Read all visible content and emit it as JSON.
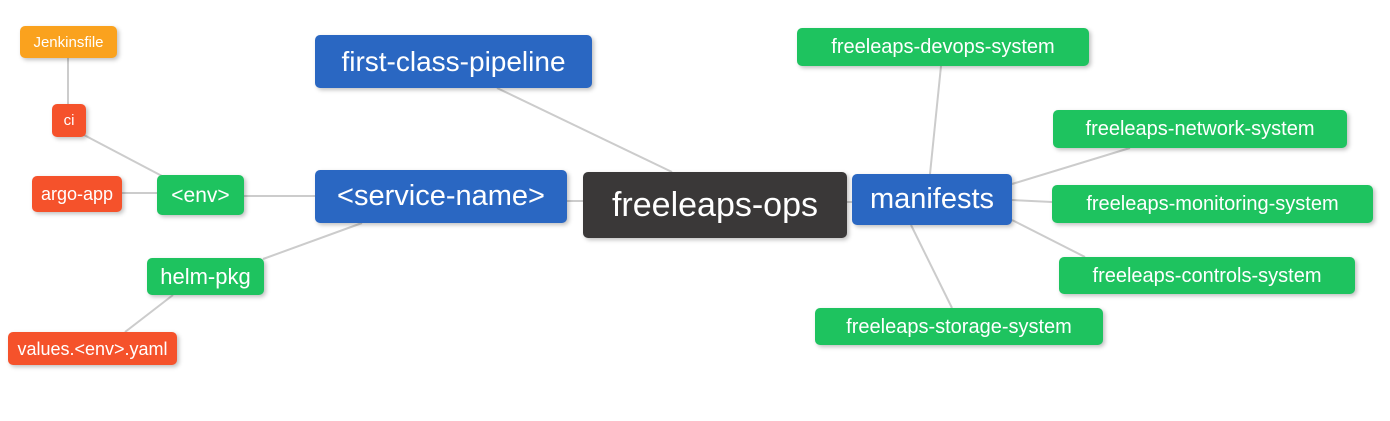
{
  "diagram": {
    "type": "mindmap",
    "root": "freeleaps-ops",
    "colors": {
      "root_node": "#3a3838",
      "branch_node": "#2a67c2",
      "green_node": "#1ec35f",
      "red_node": "#f5522b",
      "orange_node": "#faa21e",
      "edge": "#cccccc",
      "node_text": "#ffffff",
      "background": "#ffffff"
    },
    "nodes": {
      "freeleaps_ops": {
        "label": "freeleaps-ops",
        "color": "#3a3838"
      },
      "first_class_pipeline": {
        "label": "first-class-pipeline",
        "color": "#2a67c2"
      },
      "service_name": {
        "label": "<service-name>",
        "color": "#2a67c2"
      },
      "manifests": {
        "label": "manifests",
        "color": "#2a67c2"
      },
      "env": {
        "label": "<env>",
        "color": "#1ec35f"
      },
      "helm_pkg": {
        "label": "helm-pkg",
        "color": "#1ec35f"
      },
      "ci": {
        "label": "ci",
        "color": "#f5522b"
      },
      "argo_app": {
        "label": "argo-app",
        "color": "#f5522b"
      },
      "jenkinsfile": {
        "label": "Jenkinsfile",
        "color": "#faa21e"
      },
      "values_env_yaml": {
        "label": "values.<env>.yaml",
        "color": "#f5522b"
      },
      "devops_system": {
        "label": "freeleaps-devops-system",
        "color": "#1ec35f"
      },
      "network_system": {
        "label": "freeleaps-network-system",
        "color": "#1ec35f"
      },
      "monitoring_system": {
        "label": "freeleaps-monitoring-system",
        "color": "#1ec35f"
      },
      "controls_system": {
        "label": "freeleaps-controls-system",
        "color": "#1ec35f"
      },
      "storage_system": {
        "label": "freeleaps-storage-system",
        "color": "#1ec35f"
      }
    },
    "edges": [
      {
        "from": "Jenkinsfile",
        "to": "ci"
      },
      {
        "from": "ci",
        "to": "<env>"
      },
      {
        "from": "argo-app",
        "to": "<env>"
      },
      {
        "from": "<env>",
        "to": "<service-name>"
      },
      {
        "from": "helm-pkg",
        "to": "<service-name>"
      },
      {
        "from": "values.<env>.yaml",
        "to": "helm-pkg"
      },
      {
        "from": "first-class-pipeline",
        "to": "freeleaps-ops"
      },
      {
        "from": "<service-name>",
        "to": "freeleaps-ops"
      },
      {
        "from": "freeleaps-ops",
        "to": "manifests"
      },
      {
        "from": "manifests",
        "to": "freeleaps-devops-system"
      },
      {
        "from": "manifests",
        "to": "freeleaps-network-system"
      },
      {
        "from": "manifests",
        "to": "freeleaps-monitoring-system"
      },
      {
        "from": "manifests",
        "to": "freeleaps-controls-system"
      },
      {
        "from": "manifests",
        "to": "freeleaps-storage-system"
      }
    ]
  }
}
